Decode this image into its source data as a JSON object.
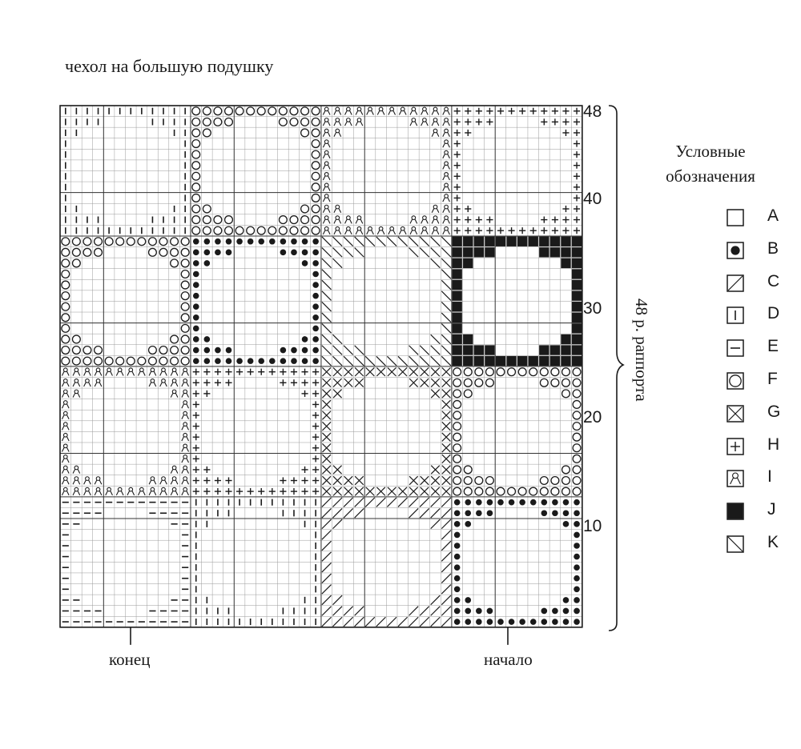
{
  "title": "чехол на большую подушку",
  "end_label": "конец",
  "start_label": "начало",
  "row_numbers": [
    "48",
    "40",
    "30",
    "20",
    "10"
  ],
  "repeat_label": "48 р. раппорта",
  "legend": {
    "title_line1": "Условные",
    "title_line2": "обозначения",
    "items": [
      {
        "symbol": "blank",
        "label": "A"
      },
      {
        "symbol": "dot",
        "label": "B"
      },
      {
        "symbol": "slash",
        "label": "C"
      },
      {
        "symbol": "vertical-bar",
        "label": "D"
      },
      {
        "symbol": "horizontal-bar",
        "label": "E"
      },
      {
        "symbol": "circle",
        "label": "F"
      },
      {
        "symbol": "cross-x",
        "label": "G"
      },
      {
        "symbol": "plus",
        "label": "H"
      },
      {
        "symbol": "loop",
        "label": "I"
      },
      {
        "symbol": "filled",
        "label": "J"
      },
      {
        "symbol": "backslash",
        "label": "K"
      }
    ]
  },
  "chart": {
    "columns": 48,
    "rows": 48,
    "blocks": [
      {
        "block_row": 0,
        "symbols": [
          "D",
          "F",
          "I",
          "H"
        ]
      },
      {
        "block_row": 1,
        "symbols": [
          "F",
          "B",
          "K",
          "J"
        ]
      },
      {
        "block_row": 2,
        "symbols": [
          "I",
          "H",
          "G",
          "F"
        ]
      },
      {
        "block_row": 3,
        "symbols": [
          "E",
          "D",
          "C",
          "B"
        ]
      }
    ]
  }
}
